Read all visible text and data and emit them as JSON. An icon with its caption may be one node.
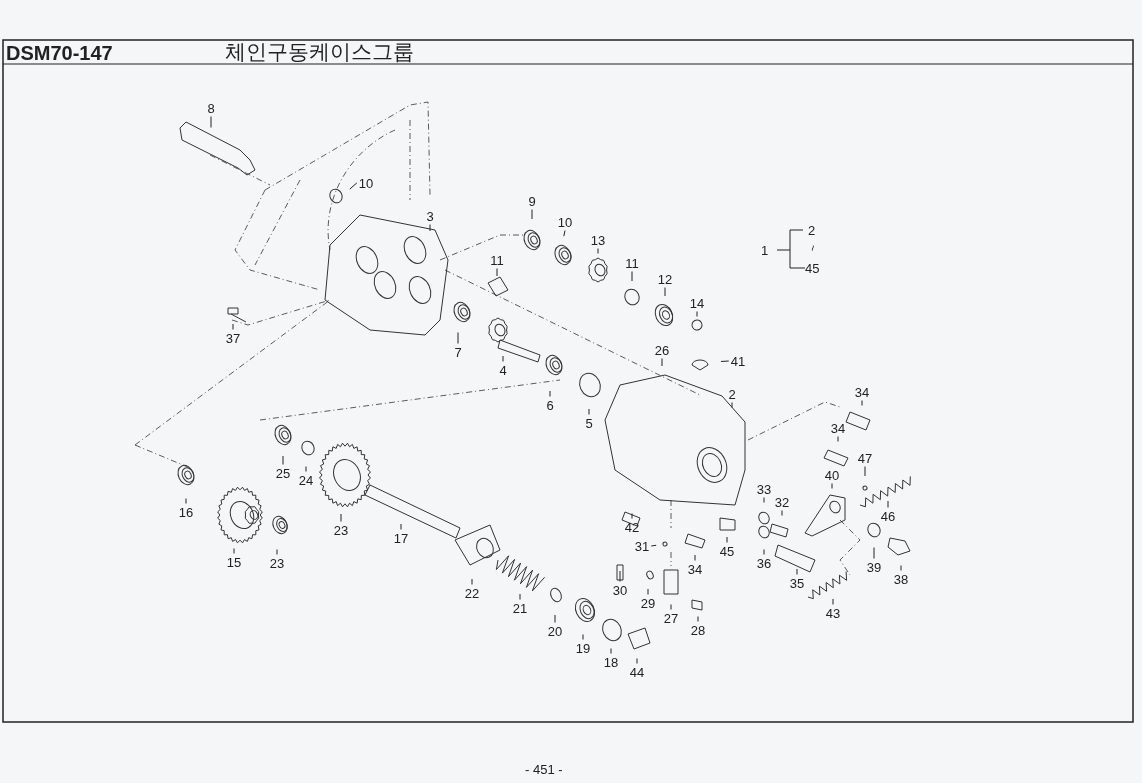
{
  "diagram": {
    "title": "체인구동케이스그룹",
    "nodes": [
      {
        "text": [
          "8"
        ]
      },
      {
        "text": [
          "10"
        ]
      },
      {
        "text": [
          "9"
        ]
      },
      {
        "text": [
          "3"
        ]
      },
      {
        "text": [
          "10"
        ]
      },
      {
        "text": [
          "13"
        ]
      },
      {
        "text": [
          "11"
        ]
      },
      {
        "text": [
          "11"
        ]
      },
      {
        "text": [
          "12"
        ]
      },
      {
        "text": [
          "14"
        ]
      },
      {
        "text": [
          "37"
        ]
      },
      {
        "text": [
          "26"
        ]
      },
      {
        "text": [
          "7"
        ]
      },
      {
        "text": [
          "41"
        ]
      },
      {
        "text": [
          "4"
        ]
      },
      {
        "text": [
          "34"
        ]
      },
      {
        "text": [
          "2"
        ]
      },
      {
        "text": [
          "6"
        ]
      },
      {
        "text": [
          "5"
        ]
      },
      {
        "text": [
          "34"
        ]
      },
      {
        "text": [
          "47"
        ]
      },
      {
        "text": [
          "25"
        ]
      },
      {
        "text": [
          "40"
        ]
      },
      {
        "text": [
          "24"
        ]
      },
      {
        "text": [
          "33"
        ]
      },
      {
        "text": [
          "32"
        ]
      },
      {
        "text": [
          "16"
        ]
      },
      {
        "text": [
          "46"
        ]
      },
      {
        "text": [
          "42"
        ]
      },
      {
        "text": [
          "23"
        ]
      },
      {
        "text": [
          "17"
        ]
      },
      {
        "text": [
          "31"
        ]
      },
      {
        "text": [
          "45"
        ]
      },
      {
        "text": [
          "15"
        ]
      },
      {
        "text": [
          "23"
        ]
      },
      {
        "text": [
          "36"
        ]
      },
      {
        "text": [
          "39"
        ]
      },
      {
        "text": [
          "34"
        ]
      },
      {
        "text": [
          "38"
        ]
      },
      {
        "text": [
          "35"
        ]
      },
      {
        "text": [
          "30"
        ]
      },
      {
        "text": [
          "22"
        ]
      },
      {
        "text": [
          "29"
        ]
      },
      {
        "text": [
          "21"
        ]
      },
      {
        "text": [
          "43"
        ]
      },
      {
        "text": [
          "27"
        ]
      },
      {
        "text": [
          "28"
        ]
      },
      {
        "text": [
          "20"
        ]
      },
      {
        "text": [
          "19"
        ]
      },
      {
        "text": [
          "18"
        ]
      },
      {
        "text": [
          "44"
        ]
      }
    ],
    "edges": [
      {
        "from": 0,
        "to": null,
        "arrow": "none"
      },
      {
        "from": 1,
        "to": null,
        "arrow": "none"
      },
      {
        "from": 2,
        "to": null,
        "arrow": "none"
      },
      {
        "from": 3,
        "to": null,
        "arrow": "none"
      },
      {
        "from": 4,
        "to": null,
        "arrow": "none"
      },
      {
        "from": 5,
        "to": null,
        "arrow": "none"
      },
      {
        "from": 6,
        "to": null,
        "arrow": "none"
      },
      {
        "from": 7,
        "to": null,
        "arrow": "none"
      },
      {
        "from": 8,
        "to": null,
        "arrow": "none"
      },
      {
        "from": 9,
        "to": null,
        "arrow": "none"
      },
      {
        "from": 10,
        "to": null,
        "arrow": "none"
      },
      {
        "from": 11,
        "to": null,
        "arrow": "none"
      },
      {
        "from": 12,
        "to": null,
        "arrow": "none"
      },
      {
        "from": 13,
        "to": null,
        "arrow": "none"
      },
      {
        "from": 14,
        "to": null,
        "arrow": "none"
      },
      {
        "from": 15,
        "to": null,
        "arrow": "none"
      },
      {
        "from": 16,
        "to": null,
        "arrow": "none"
      },
      {
        "from": 17,
        "to": null,
        "arrow": "none"
      },
      {
        "from": 18,
        "to": null,
        "arrow": "none"
      },
      {
        "from": 19,
        "to": null,
        "arrow": "none"
      },
      {
        "from": 20,
        "to": null,
        "arrow": "none"
      },
      {
        "from": 21,
        "to": null,
        "arrow": "none"
      },
      {
        "from": 22,
        "to": null,
        "arrow": "none"
      },
      {
        "from": 23,
        "to": null,
        "arrow": "none"
      },
      {
        "from": 24,
        "to": null,
        "arrow": "none"
      },
      {
        "from": 25,
        "to": null,
        "arrow": "none"
      },
      {
        "from": 26,
        "to": null,
        "arrow": "none"
      },
      {
        "from": 27,
        "to": null,
        "arrow": "none"
      },
      {
        "from": 28,
        "to": null,
        "arrow": "none"
      },
      {
        "from": 29,
        "to": null,
        "arrow": "none"
      },
      {
        "from": 30,
        "to": null,
        "arrow": "none"
      },
      {
        "from": 31,
        "to": null,
        "arrow": "none"
      },
      {
        "from": 32,
        "to": null,
        "arrow": "none"
      },
      {
        "from": 33,
        "to": null,
        "arrow": "none"
      },
      {
        "from": 34,
        "to": null,
        "arrow": "none"
      },
      {
        "from": 35,
        "to": null,
        "arrow": "none"
      },
      {
        "from": 36,
        "to": null,
        "arrow": "none"
      },
      {
        "from": 37,
        "to": null,
        "arrow": "none"
      },
      {
        "from": 38,
        "to": null,
        "arrow": "none"
      },
      {
        "from": 39,
        "to": null,
        "arrow": "none"
      },
      {
        "from": 40,
        "to": null,
        "arrow": "none"
      },
      {
        "from": 41,
        "to": null,
        "arrow": "none"
      },
      {
        "from": 42,
        "to": null,
        "arrow": "none"
      },
      {
        "from": 43,
        "to": null,
        "arrow": "none"
      },
      {
        "from": 44,
        "to": null,
        "arrow": "none"
      },
      {
        "from": 45,
        "to": null,
        "arrow": "none"
      },
      {
        "from": 46,
        "to": null,
        "arrow": "none"
      },
      {
        "from": 47,
        "to": null,
        "arrow": "none"
      },
      {
        "from": 48,
        "to": null,
        "arrow": "none"
      },
      {
        "from": 49,
        "to": null,
        "arrow": "none"
      },
      {
        "from": 50,
        "to": null,
        "arrow": "none"
      }
    ],
    "labels": [
      "DSM70-147",
      "1",
      "2",
      "~",
      "45",
      "- 451 -"
    ]
  }
}
